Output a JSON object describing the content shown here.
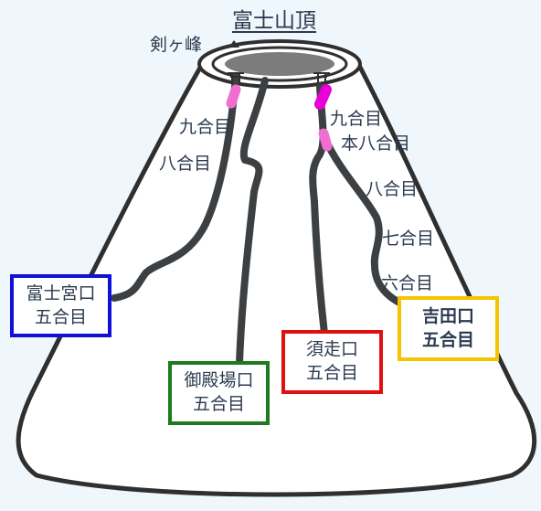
{
  "summit": {
    "name": "富士山頂",
    "peak": "剣ヶ峰"
  },
  "stations": {
    "fujinomiya_9": "九合目",
    "fujinomiya_8": "八合目",
    "yoshida_9": "九合目",
    "yoshida_hon8": "本八合目",
    "yoshida_8": "八合目",
    "yoshida_7": "七合目",
    "yoshida_6": "六合目"
  },
  "trailheads": [
    {
      "line1": "富士宮口",
      "line2": "五合目",
      "color": "#1010d8"
    },
    {
      "line1": "御殿場口",
      "line2": "五合目",
      "color": "#1d7a1d"
    },
    {
      "line1": "須走口",
      "line2": "五合目",
      "color": "#e01010"
    },
    {
      "line1": "吉田口",
      "line2": "五合目",
      "color": "#f5c400"
    }
  ],
  "colors": {
    "trail": "#3d4043",
    "mountain_outline": "#2f2f2f",
    "crater": "#7c7c7c",
    "highlight_pink": "#f06ed0",
    "highlight_magenta": "#e800d8",
    "text": "#2b3a4f"
  }
}
